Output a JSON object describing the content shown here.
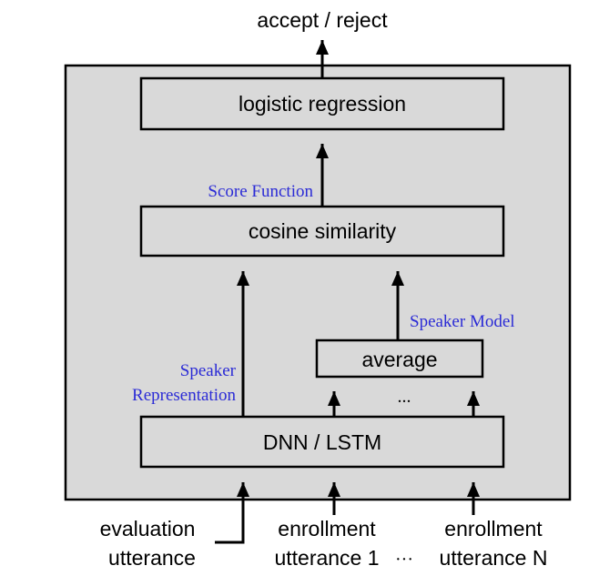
{
  "output_label": "accept / reject",
  "boxes": {
    "logistic": "logistic regression",
    "cosine": "cosine similarity",
    "average": "average",
    "dnn": "DNN / LSTM"
  },
  "annotations": {
    "score_function": "Score Function",
    "speaker_model": "Speaker Model",
    "speaker_representation": [
      "Speaker",
      "Representation"
    ],
    "ellipsis": "..."
  },
  "inputs": {
    "evaluation": [
      "evaluation",
      "utterance"
    ],
    "enrollment_1": [
      "enrollment",
      "utterance 1"
    ],
    "between_dots": "···",
    "enrollment_n": [
      "enrollment",
      "utterance N"
    ]
  },
  "colors": {
    "frame_fill": "#d9d9d9",
    "box_fill": "#d9d9d9",
    "annotation": "#2b2bd6",
    "stroke": "#000000"
  }
}
